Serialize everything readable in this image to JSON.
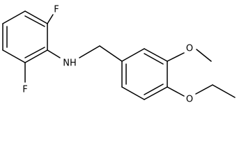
{
  "molecule": {
    "atoms": {
      "f_top": "F",
      "f_bottom": "F",
      "nh": "NH",
      "o_methoxy": "O",
      "o_ethoxy": "O"
    }
  }
}
